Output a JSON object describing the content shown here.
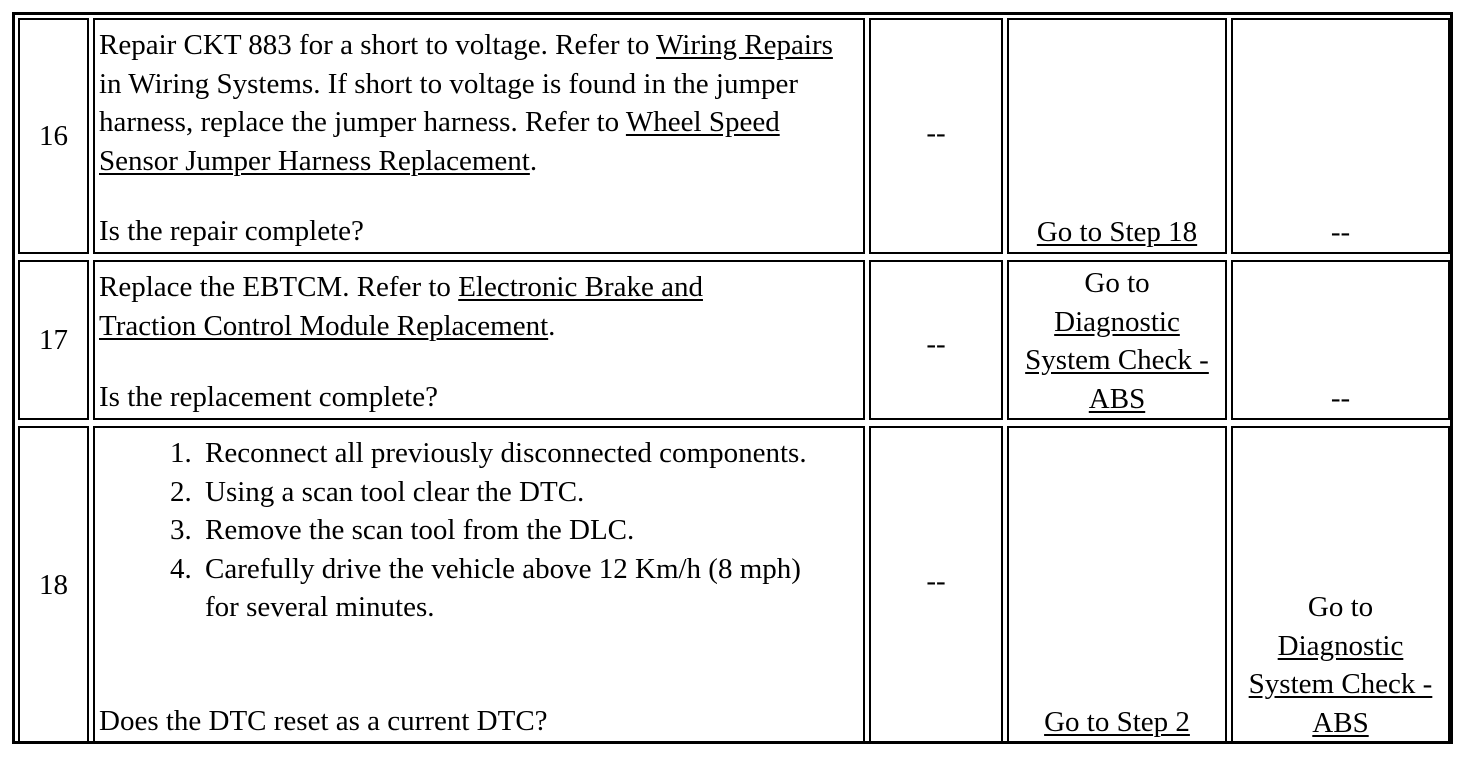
{
  "rows": [
    {
      "step": "16",
      "text_before_link1": "Repair CKT 883 for a short to voltage. Refer to ",
      "link1": "Wiring Repairs",
      "text_between": " in Wiring Systems. If short to voltage is found in the jumper harness, replace the jumper harness. Refer to ",
      "link2": "Wheel Speed Sensor Jumper Harness Replacement",
      "text_after": ".",
      "question": "Is the repair complete?",
      "value": "--",
      "yes_link": "Go to Step 18",
      "no_text": "--"
    },
    {
      "step": "17",
      "text_before_link": "Replace the EBTCM. Refer to ",
      "link": "Electronic Brake and Traction Control Module Replacement",
      "text_after": ".",
      "question": "Is the replacement complete?",
      "value": "--",
      "yes_prefix": "Go to",
      "yes_link": "Diagnostic System Check - ABS",
      "no_text": "--"
    },
    {
      "step": "18",
      "items": [
        "Reconnect all previously disconnected components.",
        "Using a scan tool clear the DTC.",
        "Remove the scan tool from the DLC.",
        "Carefully drive the vehicle above 12 Km/h (8 mph) for several minutes."
      ],
      "question": "Does the DTC reset as a current DTC?",
      "value": "--",
      "yes_link": "Go to Step 2",
      "no_prefix": "Go to",
      "no_link": "Diagnostic System Check - ABS"
    }
  ]
}
